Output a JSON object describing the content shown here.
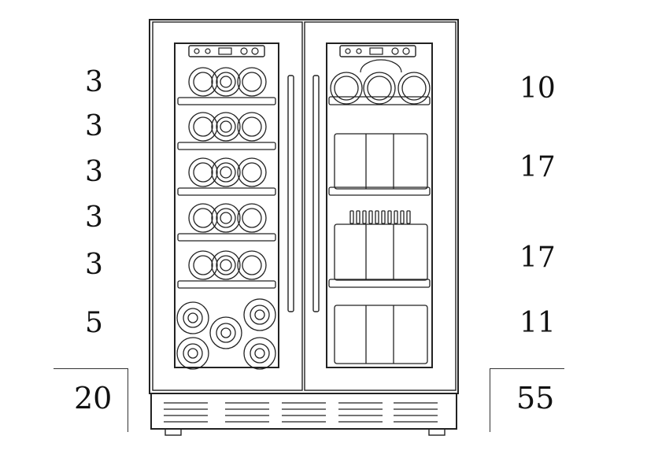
{
  "left_zone": {
    "rows": [
      "3",
      "3",
      "3",
      "3",
      "3",
      "5"
    ],
    "total": "20"
  },
  "right_zone": {
    "rows": [
      "10",
      "17",
      "17",
      "11"
    ],
    "total": "55"
  },
  "colors": {
    "line": "#222222",
    "background": "#ffffff"
  }
}
